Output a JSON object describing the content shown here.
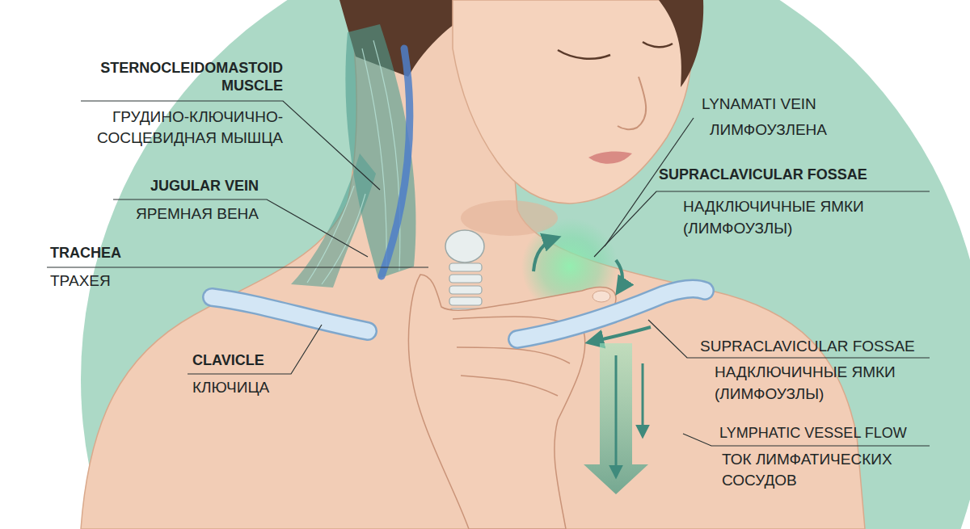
{
  "diagram": {
    "labels": [
      "STERNOCLEIDOMASTOID MUSCLE",
      "ГРУДИНО-КЛЮЧИЧНО- СОСЦЕВИДНАЯ МЫШЦА",
      "JUGULAR VEIN",
      "ЯРЕМНАЯ ВЕНА",
      "TRACHEA",
      "ТРАХЕЯ",
      "CLAVICLE",
      "КЛЮЧИЦА",
      "LYNAMATI VEIN",
      "ЛИМФОУЗЛЕНА",
      "SUPRACLAVICULAR FOSSAE",
      "НАДКЛЮЧИЧНЫЕ ЯМКИ (ЛИМФОУЗЛЫ)",
      "SUPRACLAVICULAR FOSSAE",
      "НАДКЛЮЧИЧНЫЕ ЯМКИ (ЛИМФОУЗЛЫ)",
      "LYMPHATIC VESSEL FLOW",
      "ТОК ЛИМФАТИЧЕСКИХ СОСУДОВ"
    ]
  }
}
